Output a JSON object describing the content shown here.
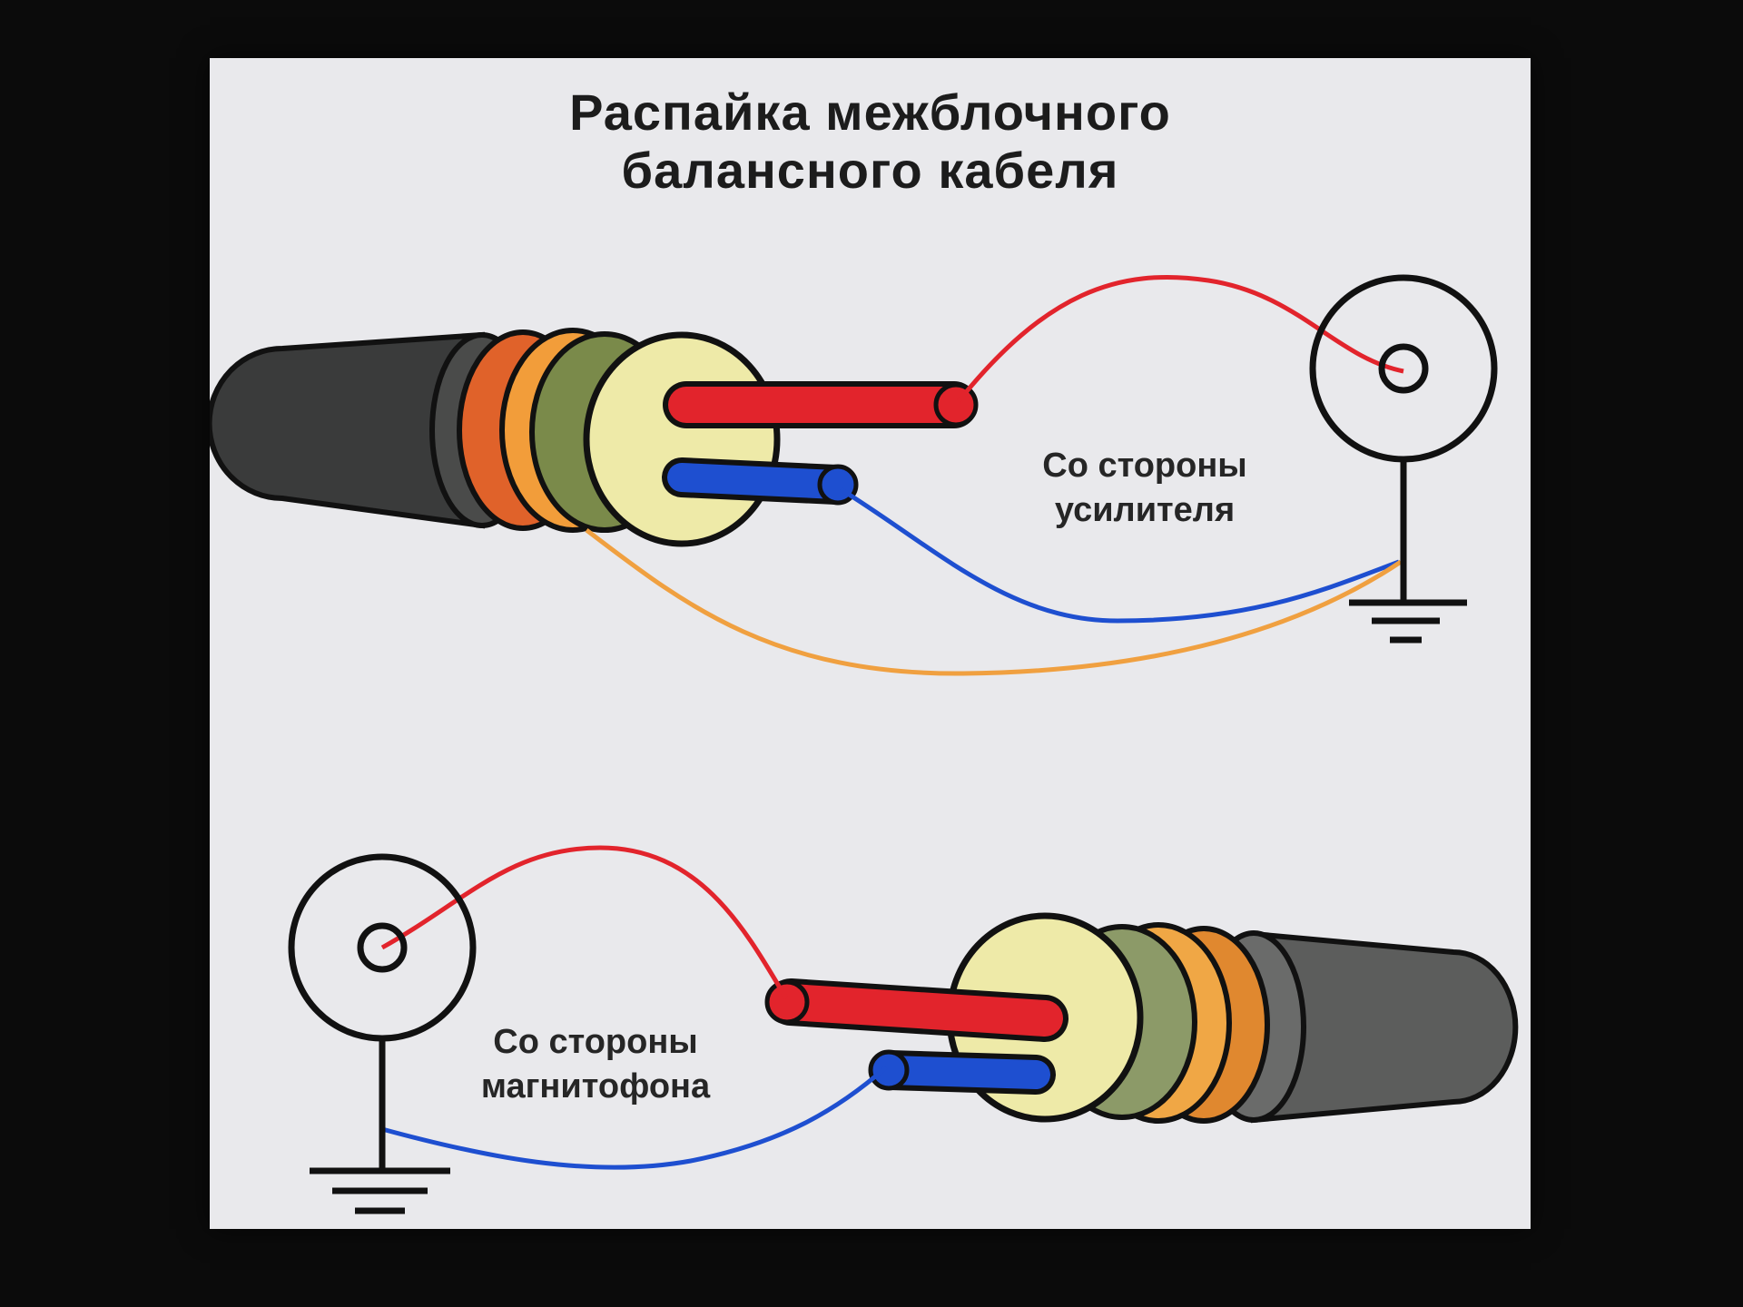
{
  "title": {
    "line1": "Распайка межблочного",
    "line2": "балансного кабеля"
  },
  "labels": {
    "amplifier": {
      "line1": "Со стороны",
      "line2": "усилителя"
    },
    "tape_recorder": {
      "line1": "Со стороны",
      "line2": "магнитофона"
    }
  },
  "colors": {
    "background": "#e9e9ec",
    "jacket": "#3a3b3b",
    "layer_orange_red": "#e0622a",
    "layer_orange": "#f29d3a",
    "layer_olive": "#7a8a4a",
    "insulator": "#eeeaa8",
    "wire_red": "#e2242c",
    "wire_blue": "#1e4fd0",
    "wire_orange": "#f0a040",
    "outline": "#111111"
  }
}
